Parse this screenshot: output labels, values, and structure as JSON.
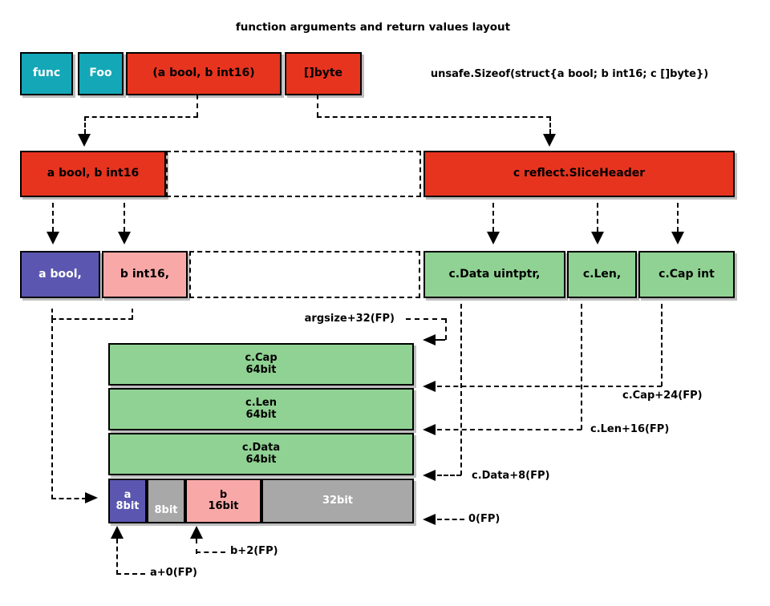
{
  "title": "function arguments and return values layout",
  "sizeof_note": "unsafe.Sizeof(struct{a bool; b int16; c []byte})",
  "call_row": {
    "func": "func",
    "name": "Foo",
    "args": "(a bool, b int16)",
    "ret": "[]byte"
  },
  "frame_row": {
    "args": "a bool, b int16",
    "slice": "c reflect.SliceHeader"
  },
  "fields_row": {
    "a": "a bool,",
    "b": "b int16,",
    "c_data": "c.Data uintptr,",
    "c_len": "c.Len,",
    "c_cap": "c.Cap int"
  },
  "stack": {
    "c_cap": {
      "name": "c.Cap",
      "size": "64bit"
    },
    "c_len": {
      "name": "c.Len",
      "size": "64bit"
    },
    "c_data": {
      "name": "c.Data",
      "size": "64bit"
    },
    "word": {
      "a_name": "a",
      "a_size": "8bit",
      "pad8": "8bit",
      "b_name": "b",
      "b_size": "16bit",
      "pad32": "32bit"
    }
  },
  "offsets": {
    "argsize": "argsize+32(FP)",
    "c_cap": "c.Cap+24(FP)",
    "c_len": "c.Len+16(FP)",
    "c_data": "c.Data+8(FP)",
    "zero": "0(FP)",
    "b": "b+2(FP)",
    "a": "a+0(FP)"
  },
  "colors": {
    "teal": "#14a7b8",
    "red": "#e7341f",
    "purple": "#5b57b0",
    "pink": "#f9a8a8",
    "green": "#90d293",
    "gray": "#a8a8a8",
    "shadow": "#bfbfbf"
  }
}
